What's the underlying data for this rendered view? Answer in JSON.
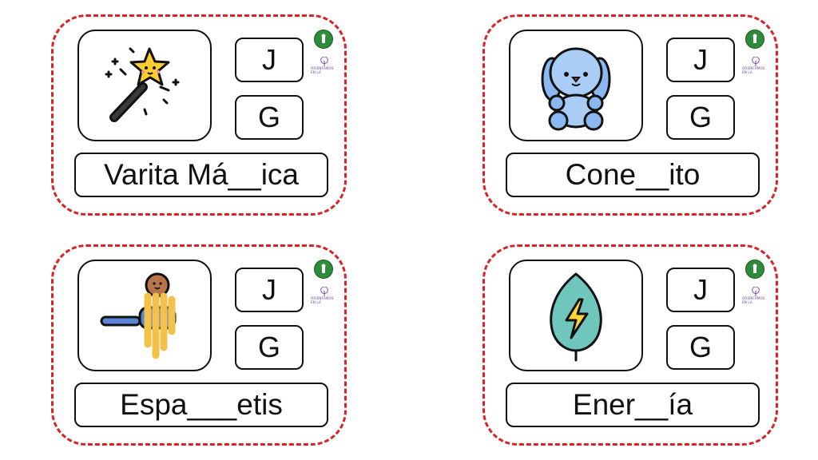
{
  "colors": {
    "border_dashed": "#d9232a",
    "logo_green": "#2e8b3a",
    "logo_purple": "#6b3fa0"
  },
  "cards": [
    {
      "icon": "magic-wand-icon",
      "option_1": "J",
      "option_2": "G",
      "word": "Varita Má__ica",
      "logo_text": "ORIENTAMOS EN LA"
    },
    {
      "icon": "bunny-plush-icon",
      "option_1": "J",
      "option_2": "G",
      "word": "Cone__ito",
      "logo_text": "ORIENTAMOS EN LA"
    },
    {
      "icon": "spaghetti-fork-icon",
      "option_1": "J",
      "option_2": "G",
      "word": "Espa___etis",
      "logo_text": "ORIENTAMOS EN LA"
    },
    {
      "icon": "energy-leaf-icon",
      "option_1": "J",
      "option_2": "G",
      "word": "Ener__ía",
      "logo_text": "ORIENTAMOS EN LA"
    }
  ]
}
